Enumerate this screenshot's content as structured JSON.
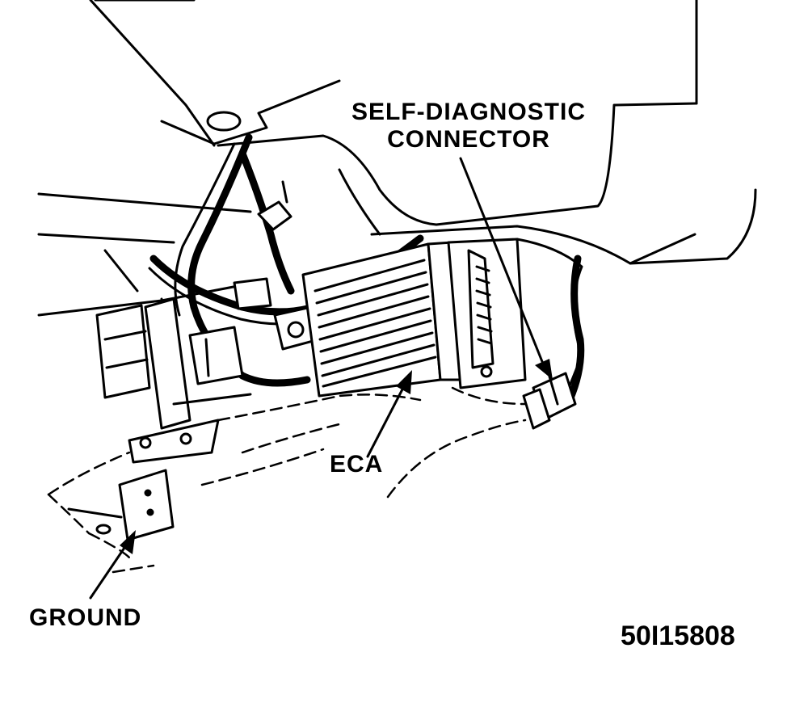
{
  "labels": {
    "self_diagnostic_line1": "SELF-DIAGNOSTIC",
    "self_diagnostic_line2": "CONNECTOR",
    "eca": "ECA",
    "ground": "GROUND",
    "figure_code": "50I15808"
  },
  "colors": {
    "ink": "#000000",
    "paper": "#ffffff"
  }
}
